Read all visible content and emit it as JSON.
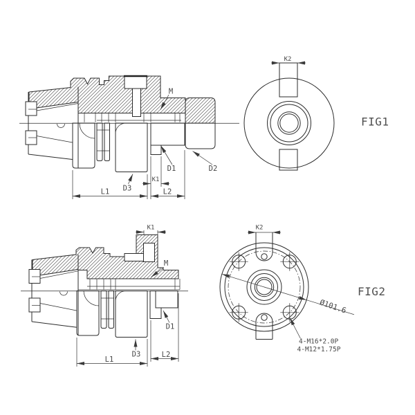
{
  "colors": {
    "background": "#ffffff",
    "line": "#2b2b2b",
    "hatch": "#3f3f3f",
    "text": "#474747"
  },
  "fig1": {
    "title": "FIG1",
    "labels": {
      "k2": "K2",
      "m": "M",
      "d1": "D1",
      "d2": "D2",
      "d3": "D3",
      "k1": "K1",
      "l1": "L1",
      "l2": "L2"
    }
  },
  "fig2": {
    "title": "FIG2",
    "labels": {
      "k1": "K1",
      "k2": "K2",
      "m": "M",
      "d1": "D1",
      "d3": "D3",
      "l1": "L1",
      "l2": "L2"
    },
    "bolt_circle_diameter": "Ø101.6",
    "thread_note": [
      "4-M16*2.0P",
      "4-M12*1.75P"
    ]
  }
}
